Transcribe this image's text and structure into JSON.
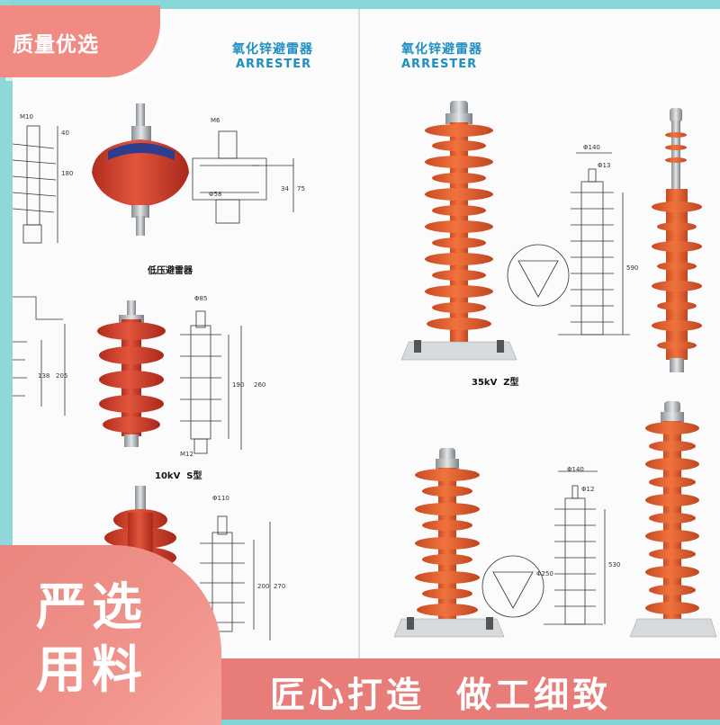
{
  "badge": {
    "label": "质量优选"
  },
  "catalog": {
    "left_header": {
      "cn": "氧化锌避雷器",
      "en": "ARRESTER"
    },
    "right_header": {
      "cn": "氧化锌避雷器",
      "en": "ARRESTER"
    },
    "captions": {
      "low_voltage": "低压避雷器",
      "s_type": "10kV  S型",
      "z_type": "35kV  Z型"
    },
    "dims": {
      "m10": "M10",
      "m6": "M6",
      "m12": "M12",
      "d40": "40",
      "d180": "180",
      "d58": "Φ58",
      "d34": "34",
      "d75": "75",
      "d85": "Φ85",
      "d190": "190",
      "d260": "260",
      "d138": "138",
      "d205": "205",
      "d110": "Φ110",
      "d200": "200",
      "d270": "270",
      "d140a": "Φ140",
      "d13": "Φ13",
      "d590": "590",
      "d140b": "Φ140",
      "d12": "Φ12",
      "d530": "530",
      "d250": "Φ250"
    }
  },
  "slogans": {
    "left_line1": "严选",
    "left_line2": "用料",
    "banner": "匠心打造  做工细致"
  },
  "colors": {
    "teal": "#86d6d8",
    "coral": "#f18a82",
    "banner": "#e77c78",
    "insulator": "#d9442f",
    "header_blue": "#1f8fc2"
  }
}
